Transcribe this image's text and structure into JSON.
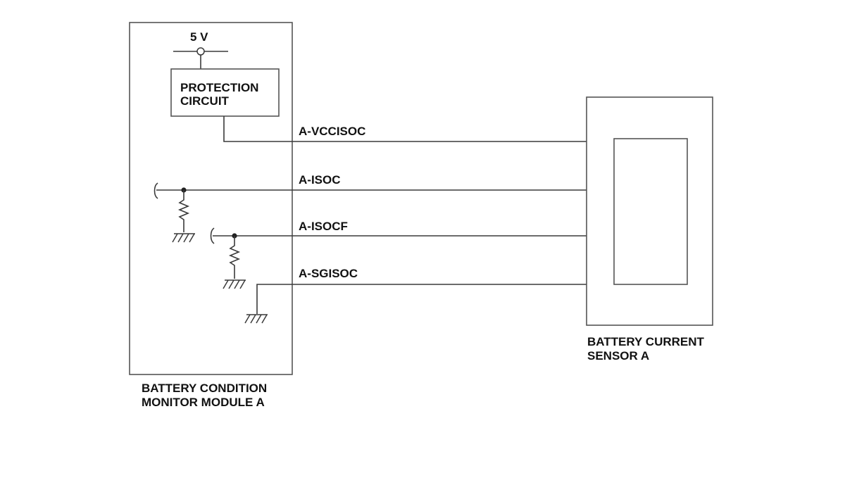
{
  "diagram": {
    "module": {
      "label_line1": "BATTERY CONDITION",
      "label_line2": "MONITOR MODULE A"
    },
    "sensor": {
      "label_line1": "BATTERY CURRENT",
      "label_line2": "SENSOR A"
    },
    "supply": {
      "label": "5 V"
    },
    "protection": {
      "label_line1": "PROTECTION",
      "label_line2": "CIRCUIT"
    },
    "signals": {
      "vcc": "A-VCCISOC",
      "isoc": "A-ISOC",
      "isocf": "A-ISOCF",
      "sgisoc": "A-SGISOC"
    },
    "colors": {
      "line": "#3a3a3a",
      "box": "#555555",
      "text": "#111111",
      "background": "#ffffff"
    }
  }
}
